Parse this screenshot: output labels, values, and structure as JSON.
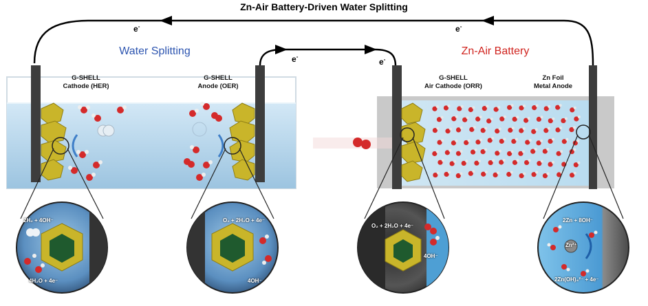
{
  "title": "Zn-Air  Battery-Driven Water Splitting",
  "sections": {
    "water_splitting": "Water Splitting",
    "zn_air_battery": "Zn-Air Battery"
  },
  "electron_label": "e",
  "electron_sup": "-",
  "electrodes": {
    "cathode_her": {
      "line1": "G-SHELL",
      "line2": "Cathode (HER)"
    },
    "anode_oer": {
      "line1": "G-SHELL",
      "line2": "Anode (OER)"
    },
    "air_cathode_orr": {
      "line1": "G-SHELL",
      "line2": "Air Cathode (ORR)"
    },
    "zn_anode": {
      "line1": "Zn Foil",
      "line2": "Metal Anode"
    }
  },
  "reactions": {
    "her_top": "2H₂ + 4OH⁻",
    "her_bottom": "4H₂O + 4e⁻",
    "oer_top": "O₂ + 2H₂O + 4e⁻",
    "oer_bottom": "4OH⁻",
    "orr_top": "O₂ + 2H₂O + 4e⁻",
    "orr_bottom": "4OH⁻",
    "zn_top": "2Zn + 8OH⁻",
    "zn_middle": "Zn²⁺",
    "zn_bottom": "2Zn(OH)₄²⁻ + 4e⁻"
  },
  "colors": {
    "water_splitting_label": "#2d55b0",
    "zn_air_label": "#d0241f",
    "electrolyte": "#bcd9ee",
    "catalyst": "#c9b52a",
    "electrode": "#3a3a3a",
    "oxygen_atom": "#d42a2a",
    "hydrogen_atom": "#e8e8e8"
  }
}
